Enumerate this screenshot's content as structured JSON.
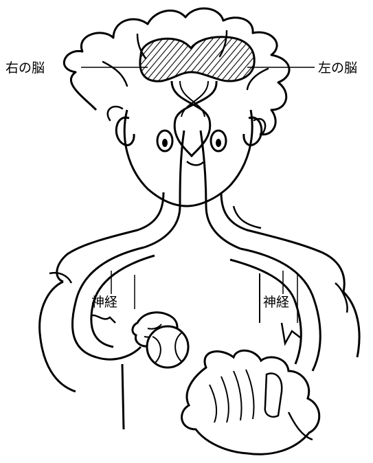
{
  "labels": {
    "right_brain": "右の脳",
    "left_brain": "左の脳",
    "nerve_left": "神経",
    "nerve_right": "神経"
  },
  "colors": {
    "ink": "#000000",
    "background": "#ffffff"
  }
}
